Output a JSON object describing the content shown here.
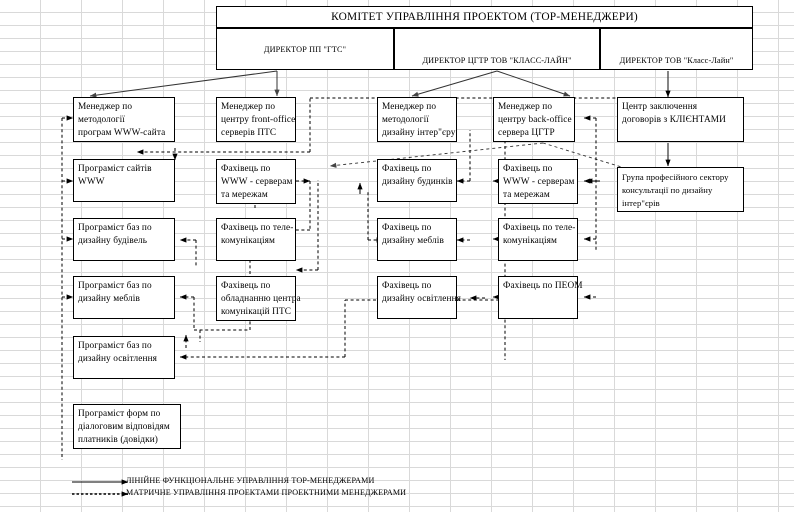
{
  "header": {
    "title": "КОМІТЕТ УПРАВЛІННЯ ПРОЕКТОМ (ТОР-МЕНЕДЖЕРИ)",
    "directors": [
      {
        "label": "ДИРЕКТОР ПП \"ГТС\""
      },
      {
        "label": "ДИРЕКТОР ЦГТР ТОВ \"КЛАСС-ЛАЙН\""
      },
      {
        "label": "ДИРЕКТОР ТОВ \"Класс-Лайн\""
      }
    ]
  },
  "managers": [
    {
      "lines": [
        "Менеджер по",
        "методології",
        "програм WWW-сайта"
      ]
    },
    {
      "lines": [
        "Менеджер по",
        "центру front-office",
        "серверів ПТС"
      ]
    },
    {
      "lines": [
        "Менеджер по",
        "методології",
        "дизайну інтер\"єру"
      ]
    },
    {
      "lines": [
        "Менеджер по",
        "центру back-office",
        "сервера ЦГТР"
      ]
    },
    {
      "lines": [
        "Центр заключення",
        "договорів з КЛІЄНТАМИ"
      ]
    }
  ],
  "columns": {
    "programmers": [
      {
        "lines": [
          "Програміст сайтів",
          "WWW"
        ]
      },
      {
        "lines": [
          "Програміст баз по",
          "дизайну будівель"
        ]
      },
      {
        "lines": [
          "Програміст баз по",
          "дизайну меблів"
        ]
      },
      {
        "lines": [
          "Програміст баз по",
          "дизайну освітлення"
        ]
      },
      {
        "lines": [
          "Програміст форм по",
          "діалоговим відповідям",
          "платників (довідки)"
        ]
      }
    ],
    "specialists_front": [
      {
        "lines": [
          "Фахівець по",
          "WWW - серверам",
          "та мережам"
        ]
      },
      {
        "lines": [
          "Фахівець по теле-",
          "комунікаціям"
        ]
      },
      {
        "lines": [
          "Фахівець по",
          "обладнанню центра",
          "комунікацій ПТС"
        ]
      }
    ],
    "designers": [
      {
        "lines": [
          "Фахівець по",
          "дизайну будинків"
        ]
      },
      {
        "lines": [
          "Фахівець по",
          "дизайну меблів"
        ]
      },
      {
        "lines": [
          "Фахівець по",
          "дизайну освітлення"
        ]
      }
    ],
    "specialists_back": [
      {
        "lines": [
          "Фахівець по",
          "WWW - серверам",
          "та мережам"
        ]
      },
      {
        "lines": [
          "Фахівець по теле-",
          "комунікаціям"
        ]
      },
      {
        "lines": [
          "Фахівець по ПЕОМ"
        ]
      }
    ],
    "consulting": [
      {
        "lines": [
          "Група професійного сектору",
          "консультації по дизайну",
          "інтер\"єрів"
        ]
      }
    ]
  },
  "legend": [
    {
      "style": "solid",
      "text": "ЛІНІЙНЕ ФУНКЦІОНАЛЬНЕ УПРАВЛІННЯ ТОР-МЕНЕДЖЕРАМИ"
    },
    {
      "style": "dashed",
      "text": "МАТРИЧНЕ УПРАВЛІННЯ ПРОЕКТАМИ ПРОЕКТНИМИ МЕНЕДЖЕРАМИ"
    }
  ],
  "colors": {
    "line": "#000000",
    "grid": "#d9d9d9",
    "box_fill": "#ffffff"
  }
}
